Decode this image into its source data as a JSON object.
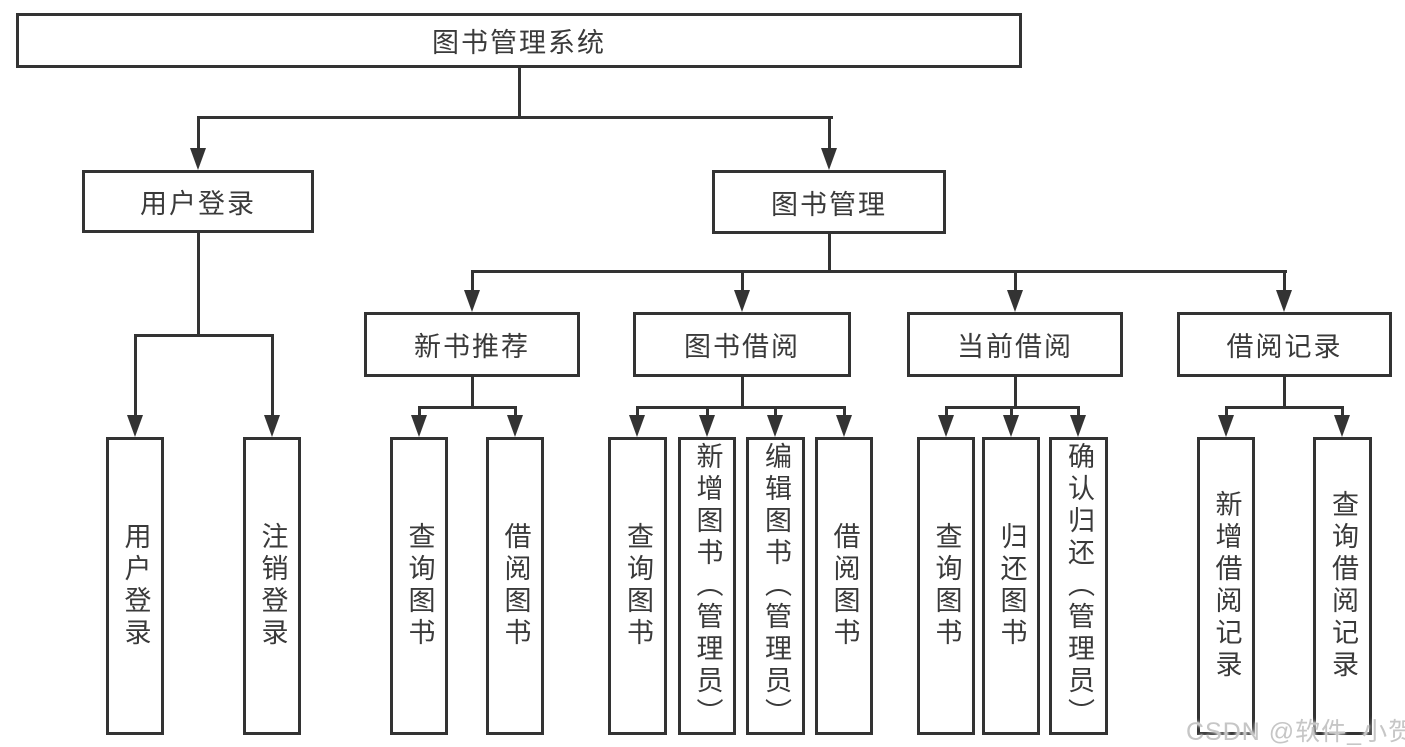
{
  "diagram": {
    "root": {
      "label": "图书管理系统"
    },
    "level2": {
      "user_login": {
        "label": "用户登录"
      },
      "book_management": {
        "label": "图书管理"
      }
    },
    "level3": {
      "new_book_recommend": {
        "label": "新书推荐"
      },
      "book_borrow": {
        "label": "图书借阅"
      },
      "current_borrow": {
        "label": "当前借阅"
      },
      "borrow_records": {
        "label": "借阅记录"
      }
    },
    "leaves": {
      "user_login": {
        "label": "用户登录"
      },
      "logout": {
        "label": "注销登录"
      },
      "recommend_query_books": {
        "label": "查询图书"
      },
      "recommend_borrow_books": {
        "label": "借阅图书"
      },
      "borrow_query_books": {
        "label": "查询图书"
      },
      "borrow_add_books": {
        "label": "新增图书（管理员）"
      },
      "borrow_edit_books": {
        "label": "编辑图书（管理员）"
      },
      "borrow_borrow_books": {
        "label": "借阅图书"
      },
      "current_query_books": {
        "label": "查询图书"
      },
      "current_return_books": {
        "label": "归还图书"
      },
      "current_confirm_return": {
        "label": "确认归还（管理员）"
      },
      "records_add_record": {
        "label": "新增借阅记录"
      },
      "records_query_record": {
        "label": "查询借阅记录"
      }
    }
  },
  "watermark": {
    "text": "CSDN @软件_小贺同学"
  },
  "colors": {
    "line": "#333333",
    "text": "#3a3a3a",
    "background": "#ffffff",
    "watermark": "#c6c6c6"
  }
}
